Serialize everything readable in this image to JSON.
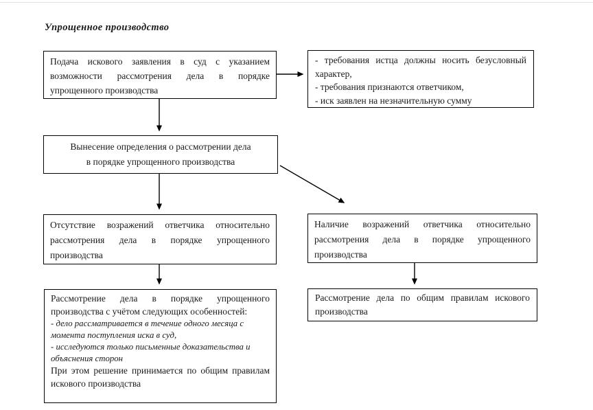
{
  "page": {
    "background": "#ffffff",
    "box_border_color": "#000000",
    "text_color": "#1a1a1a",
    "arrow_color": "#000000"
  },
  "title": "Упрощенное производство",
  "boxes": {
    "filing": {
      "text": "Подача искового заявления в суд с указанием возможности рассмотрения дела в порядке упрощенного производства"
    },
    "conditions": {
      "items": [
        "- требования истца должны носить безусловный характер,",
        "- требования признаются ответчиком,",
        "- иск заявлен на незначительную сумму"
      ]
    },
    "ruling": {
      "text": "Вынесение определения о рассмотрении дела\nв порядке упрощенного производства"
    },
    "no_objections": {
      "text": "Отсутствие возражений ответчика относительно рассмотрения дела в порядке упрощенного производства"
    },
    "objections": {
      "text": "Наличие возражений ответчика относительно рассмотрения дела в порядке упрощенного производства"
    },
    "simplified_review": {
      "intro": "Рассмотрение дела в порядке упрощенного производства с учётом следующих особенностей:",
      "features": [
        "- дело рассматривается в течение одного месяца с момента поступления иска в суд,",
        "- исследуются только письменные доказательства и объяснения сторон"
      ],
      "outro": "При этом решение принимается по общим правилам искового производства"
    },
    "general_review": {
      "text": "Рассмотрение дела по общим правилам искового производства"
    }
  }
}
